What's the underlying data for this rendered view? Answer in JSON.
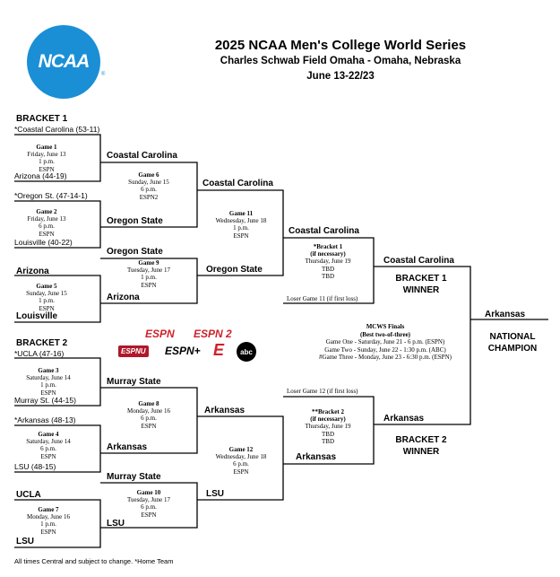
{
  "header": {
    "title": "2025 NCAA Men's College World Series",
    "subtitle": "Charles Schwab Field Omaha - Omaha, Nebraska",
    "dates": "June 13-22/23",
    "logo_text": "NCAA",
    "logo_mark": "®"
  },
  "bracket1": {
    "label": "BRACKET 1",
    "seed_coastal": "*Coastal Carolina (53-11)",
    "seed_arizona": "Arizona (44-19)",
    "seed_oregon": "*Oregon St. (47-14-1)",
    "seed_louisville": "Louisville (40-22)",
    "g1": [
      "Game 1",
      "Friday, June 13",
      "1 p.m.",
      "ESPN"
    ],
    "g2": [
      "Game 2",
      "Friday, June 13",
      "6 p.m.",
      "ESPN"
    ],
    "g5": [
      "Game 5",
      "Sunday, June 15",
      "1 p.m.",
      "ESPN"
    ],
    "g6": [
      "Game 6",
      "Sunday, June 15",
      "6 p.m.",
      "ESPN2"
    ],
    "g9": [
      "Game 9",
      "Tuesday, June 17",
      "1 p.m.",
      "ESPN"
    ],
    "g11": [
      "Game 11",
      "Wednesday, June 18",
      "1 p.m.",
      "ESPN"
    ],
    "b1final": [
      "*Bracket 1",
      "(if necessary)",
      "Thursday, June 19",
      "TBD",
      "TBD"
    ],
    "w_g1": "Coastal Carolina",
    "w_g2": "Oregon State",
    "l_g2": "Oregon State",
    "l_g1": "Arizona",
    "g5_arizona": "Arizona",
    "g5_louisville": "Louisville",
    "w_g5": "Arizona",
    "w_g6": "Coastal Carolina",
    "w_g9": "Oregon State",
    "w_g11": "Coastal Carolina",
    "loser_g11": "Loser Game 11 (if first loss)",
    "winner_team": "Coastal Carolina",
    "winner_label": [
      "BRACKET 1",
      "WINNER"
    ]
  },
  "bracket2": {
    "label": "BRACKET 2",
    "seed_ucla": "*UCLA (47-16)",
    "seed_murray": "Murray St. (44-15)",
    "seed_arkansas": "*Arkansas (48-13)",
    "seed_lsu": "LSU (48-15)",
    "g3": [
      "Game 3",
      "Saturday, June 14",
      "1 p.m.",
      "ESPN"
    ],
    "g4": [
      "Game 4",
      "Saturday, June 14",
      "6 p.m.",
      "ESPN"
    ],
    "g7": [
      "Game 7",
      "Monday, June 16",
      "1 p.m.",
      "ESPN"
    ],
    "g8": [
      "Game 8",
      "Monday, June 16",
      "6 p.m.",
      "ESPN"
    ],
    "g10": [
      "Game 10",
      "Tuesday, June 17",
      "6 p.m.",
      "ESPN"
    ],
    "g12": [
      "Game 12",
      "Wednesday, June 18",
      "6 p.m.",
      "ESPN"
    ],
    "b2final": [
      "**Bracket 2",
      "(if necessary)",
      "Thursday, June 19",
      "TBD",
      "TBD"
    ],
    "w_g3": "Murray State",
    "w_g4": "Arkansas",
    "l_g3": "Murray State",
    "g7_ucla": "UCLA",
    "g7_lsu": "LSU",
    "w_g7": "LSU",
    "w_g8": "Arkansas",
    "w_g10": "LSU",
    "w_g12": "Arkansas",
    "loser_g12": "Loser Game 12 (if first loss)",
    "winner_team": "Arkansas",
    "winner_label": [
      "BRACKET 2",
      "WINNER"
    ]
  },
  "finals": {
    "title": "MCWS Finals",
    "format": "(Best two-of-three)",
    "game1": "Game One - Saturday, June 21 - 6 p.m. (ESPN)",
    "game2": "Game Two - Sunday, June 22 - 1:30 p.m. (ABC)",
    "game3": "#Game Three - Monday, June 23 - 6:30 p.m. (ESPN)",
    "champion_team": "Arkansas",
    "champion_label": [
      "NATIONAL",
      "CHAMPION"
    ]
  },
  "networks": {
    "espn": "ESPN",
    "espn2": "ESPN 2",
    "espnu": "ESPNU",
    "espnplus": "ESPN+",
    "e": "E",
    "abc": "abc"
  },
  "footer": "All times Central and subject to change. *Home Team"
}
